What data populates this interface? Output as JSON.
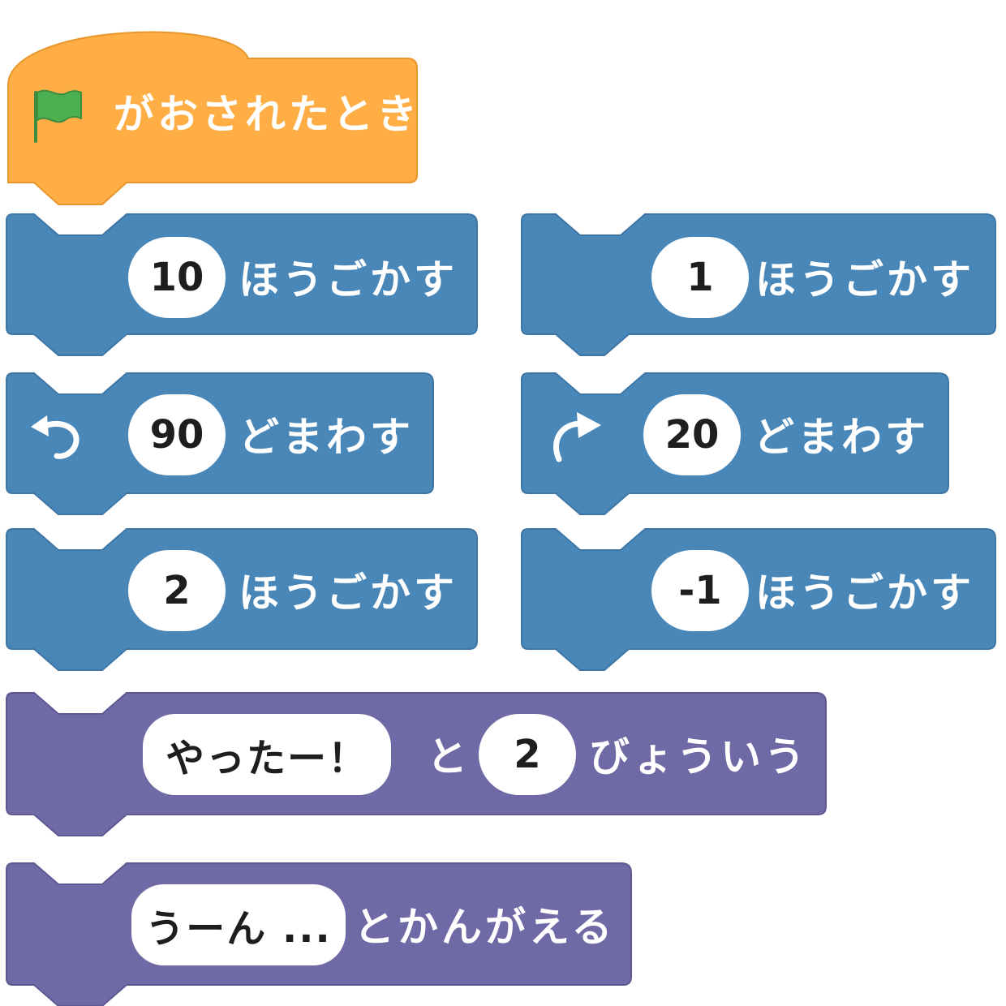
{
  "colors": {
    "events": "#FFAE45",
    "events_stroke": "#E8972C",
    "motion": "#4A87B9",
    "motion_stroke": "#3D75A4",
    "looks": "#6F69A6",
    "looks_stroke": "#5D5892",
    "flag_green": "#4CAF50",
    "pill_text": "#1E1E1E"
  },
  "hat": {
    "icon": "green-flag-icon",
    "label": "がおされたとき"
  },
  "motion_blocks": [
    {
      "value": "10",
      "label": "ほうごかす"
    },
    {
      "value": "1",
      "label": "ほうごかす"
    },
    {
      "icon": "rotate-left-icon",
      "value": "90",
      "label": "どまわす"
    },
    {
      "icon": "rotate-right-icon",
      "value": "20",
      "label": "どまわす"
    },
    {
      "value": "2",
      "label": "ほうごかす"
    },
    {
      "value": "-1",
      "label": "ほうごかす"
    }
  ],
  "say_block": {
    "message": "やったー！",
    "joiner": "と",
    "seconds": "2",
    "label": "びょういう"
  },
  "think_block": {
    "message": "うーん ...",
    "label": "とかんがえる"
  }
}
